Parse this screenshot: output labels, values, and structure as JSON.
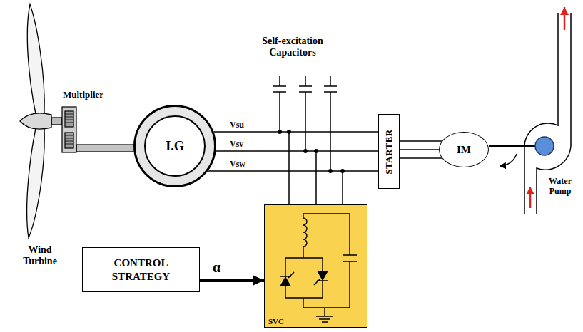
{
  "diagram": {
    "nodes": [
      {
        "text": [
          "I.G"
        ]
      },
      {
        "text": [
          "STARTER"
        ]
      },
      {
        "text": [
          "IM"
        ]
      },
      {
        "text": [
          "CONTROL STRATEGY"
        ]
      },
      {
        "text": [
          "SVC"
        ]
      }
    ],
    "edges": [
      {
        "from": 0,
        "to": 1,
        "arrow": "none",
        "label": "Vsu"
      },
      {
        "from": 0,
        "to": 1,
        "arrow": "none",
        "label": "Vsv"
      },
      {
        "from": 0,
        "to": 1,
        "arrow": "none",
        "label": "Vsw"
      },
      {
        "from": 1,
        "to": 2,
        "arrow": "none"
      },
      {
        "from": 1,
        "to": 2,
        "arrow": "none"
      },
      {
        "from": 1,
        "to": 2,
        "arrow": "none"
      },
      {
        "from": 3,
        "to": 4,
        "arrow": "to",
        "label": "α"
      }
    ],
    "labels": [
      "Self-excitation Capacitors",
      "Multiplier",
      "Wind Turbine",
      "Water Pump"
    ]
  }
}
